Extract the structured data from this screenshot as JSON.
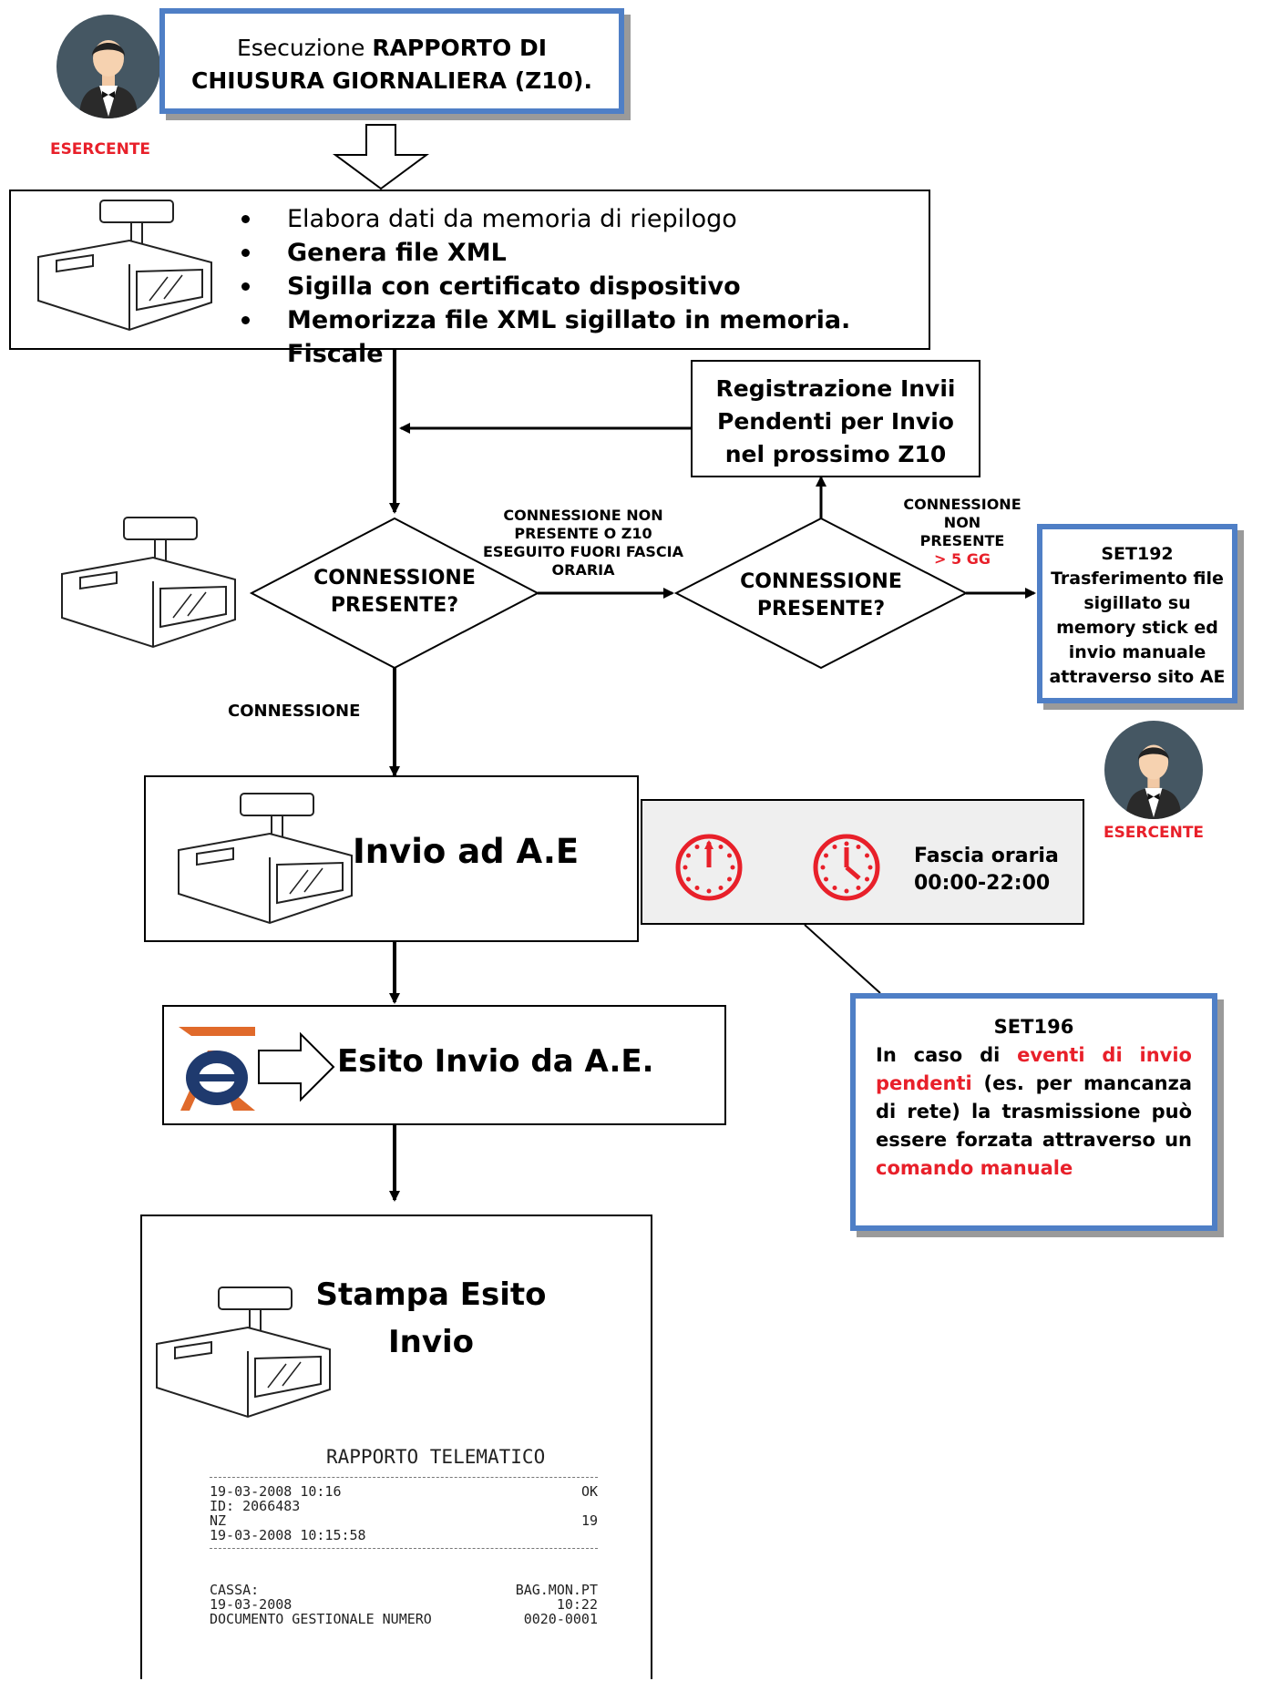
{
  "colors": {
    "accent_blue": "#4f7fc6",
    "alert_red": "#e8202a",
    "avatar_bg": "#455763",
    "ae_orange": "#e06a2b",
    "ae_navy": "#1f3a6e",
    "timeband_bg": "#efefef"
  },
  "step1": {
    "text_normal": "Esecuzione ",
    "text_bold_1": "RAPPORTO DI",
    "text_bold_2": "CHIUSURA GIORNALIERA (Z10)."
  },
  "actor": {
    "label": "ESERCENTE"
  },
  "process": {
    "items": [
      "Elabora dati da memoria di riepilogo",
      "Genera file XML",
      "Sigilla con certificato dispositivo",
      "Memorizza file XML sigillato in memoria. Fiscale"
    ]
  },
  "pending": {
    "line1": "Registrazione Invii",
    "line2": "Pendenti per Invio",
    "line3": "nel prossimo Z10"
  },
  "decision1": {
    "line1": "CONNESSIONE",
    "line2": "PRESENTE?"
  },
  "decision2": {
    "line1": "CONNESSIONE",
    "line2": "PRESENTE?"
  },
  "edge_no_conn": {
    "line1": "CONNESSIONE NON",
    "line2": "PRESENTE O Z10",
    "line3": "ESEGUITO FUORI FASCIA",
    "line4": "ORARIA"
  },
  "edge_no_conn_days": {
    "line1": "CONNESSIONE",
    "line2": "NON",
    "line3": "PRESENTE",
    "line4": "> 5 GG"
  },
  "edge_conn": {
    "label": "CONNESSIONE"
  },
  "set192": {
    "code": "SET192",
    "line1": "Trasferimento file",
    "line2": "sigillato su",
    "line3": "memory stick ed",
    "line4": "invio manuale",
    "line5": "attraverso sito AE"
  },
  "send": {
    "label": "Invio ad A.E"
  },
  "timeband": {
    "line1": "Fascia oraria",
    "line2": "00:00-22:00"
  },
  "set196": {
    "code": "SET196",
    "p1": "In caso di ",
    "p1_red": "eventi di invio pendenti",
    "p2": " (es. per mancanza di rete) la trasmissione può essere forzata attraverso un ",
    "p2_red": "comando manuale"
  },
  "outcome": {
    "label": "Esito Invio da A.E."
  },
  "print": {
    "line1": "Stampa Esito",
    "line2": "Invio"
  },
  "receipt": {
    "title": "RAPPORTO TELEMATICO",
    "date1": "19-03-2008 10:16",
    "status": "OK",
    "id": "ID: 2066483",
    "nz": "NZ",
    "nz_value": "19",
    "date2": "19-03-2008 10:15:58",
    "cassa": "CASSA:",
    "cassa_value": "BAG.MON.PT",
    "date3": "19-03-2008",
    "time3": "10:22",
    "doc": "DOCUMENTO GESTIONALE NUMERO",
    "doc_value": "0020-0001"
  }
}
